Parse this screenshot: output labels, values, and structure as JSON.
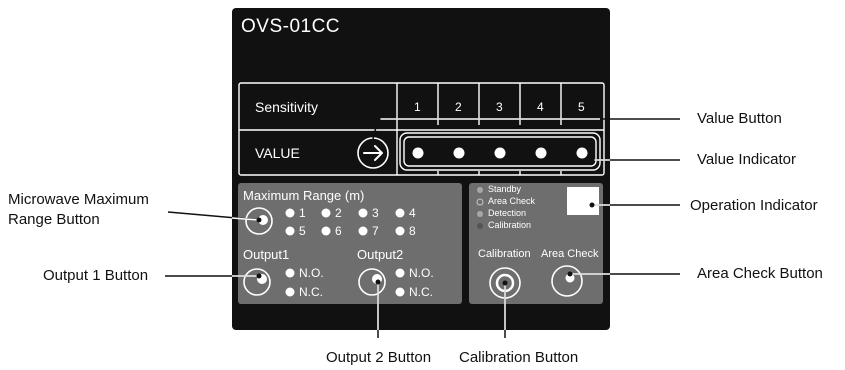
{
  "device": {
    "title": "OVS-01CC",
    "sensitivity_label": "Sensitivity",
    "value_label": "VALUE",
    "sensitivity_levels": [
      "1",
      "2",
      "3",
      "4",
      "5"
    ],
    "max_range": {
      "label": "Maximum Range (m)",
      "options": [
        "1",
        "2",
        "3",
        "4",
        "5",
        "6",
        "7",
        "8"
      ]
    },
    "output1": {
      "label": "Output1",
      "options": [
        "N.O.",
        "N.C."
      ]
    },
    "output2": {
      "label": "Output2",
      "options": [
        "N.O.",
        "N.C."
      ]
    },
    "status_items": [
      "Standby",
      "Area Check",
      "Detection",
      "Calibration"
    ],
    "calibration_label": "Calibration",
    "area_check_label": "Area Check"
  },
  "callouts": {
    "value_button": "Value Button",
    "value_indicator": "Value Indicator",
    "microwave_line1": "Microwave Maximum",
    "microwave_line2": "Range Button",
    "operation_indicator": "Operation Indicator",
    "output1_button": "Output 1 Button",
    "area_check_button": "Area Check Button",
    "output2_button": "Output 2 Button",
    "calibration_button": "Calibration Button"
  },
  "colors": {
    "panel": "#111111",
    "gray_panel": "#6e6e6e",
    "indicator": "#ffffff",
    "leader": "#111111"
  }
}
